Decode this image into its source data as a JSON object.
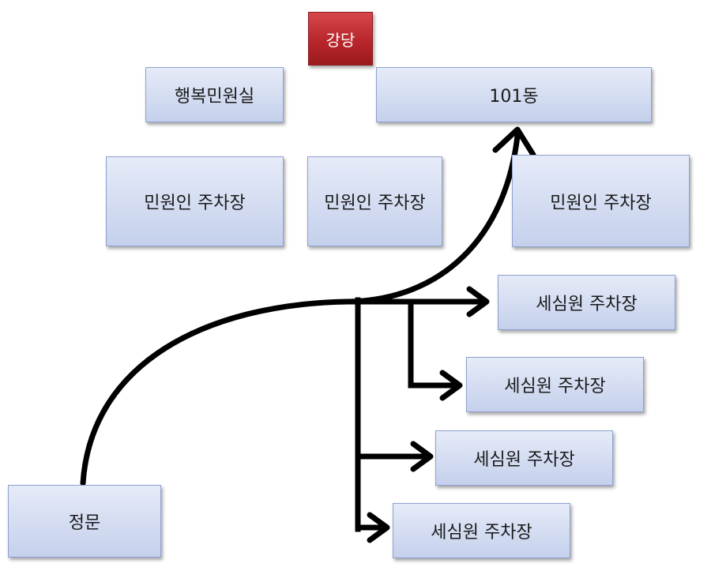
{
  "nodes": {
    "auditorium": "강당",
    "happy_civil_office": "행복민원실",
    "building_101": "101동",
    "visitor_parking_1": "민원인 주차장",
    "visitor_parking_2": "민원인 주차장",
    "visitor_parking_3": "민원인 주차장",
    "tax_office_parking_1": "세심원 주차장",
    "tax_office_parking_2": "세심원 주차장",
    "tax_office_parking_3": "세심원 주차장",
    "tax_office_parking_4": "세심원 주차장",
    "main_gate": "정문"
  },
  "colors": {
    "box_fill": "#d3dcf1",
    "box_border": "#8ea1cf",
    "highlight_fill": "#b8262b",
    "arrow": "#000000"
  }
}
